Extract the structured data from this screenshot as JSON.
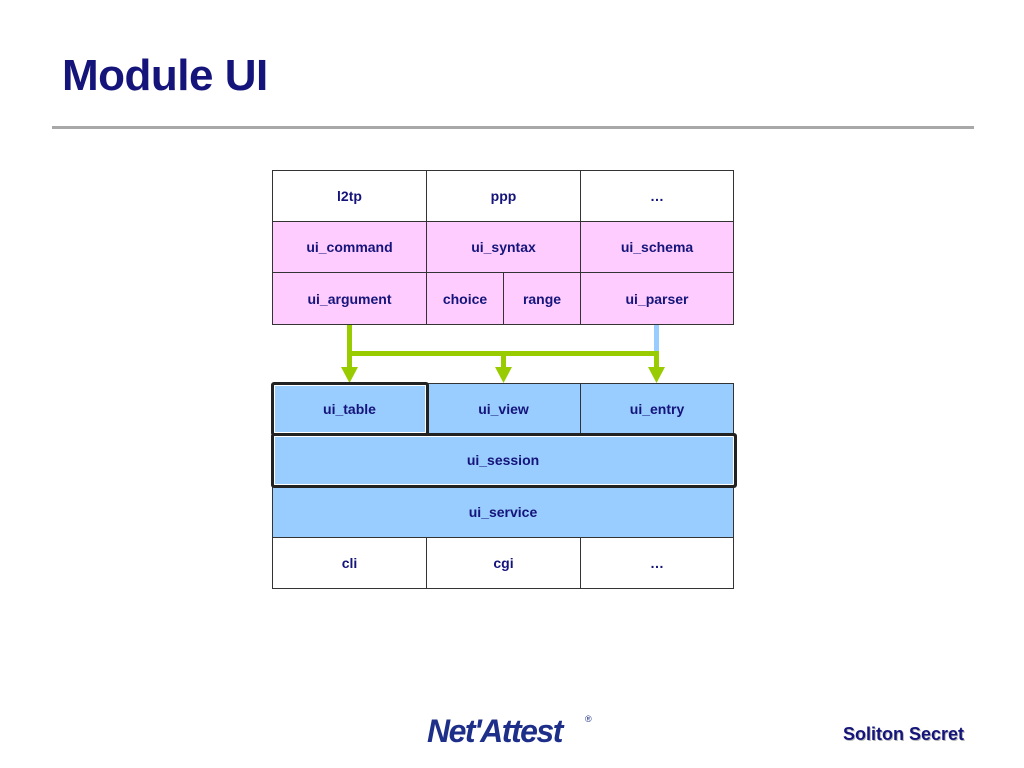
{
  "title": "Module UI",
  "top_block": {
    "row1": [
      "l2tp",
      "ppp",
      "…"
    ],
    "row2": [
      "ui_command",
      "ui_syntax",
      "ui_schema"
    ],
    "row3": [
      "ui_argument",
      "choice",
      "range",
      "ui_parser"
    ]
  },
  "bottom_block": {
    "row1": [
      "ui_table",
      "ui_view",
      "ui_entry"
    ],
    "session": "ui_session",
    "service": "ui_service",
    "row4": [
      "cli",
      "cgi",
      "…"
    ]
  },
  "footer": {
    "logo_text": "Net'Attest",
    "logo_mark": "®",
    "confidentiality": "Soliton Secret"
  },
  "colors": {
    "title": "#14147a",
    "upper_cells": "#ffccff",
    "lower_cells": "#99ccff",
    "green_connector": "#99cc00",
    "blue_connector": "#99ccff"
  }
}
